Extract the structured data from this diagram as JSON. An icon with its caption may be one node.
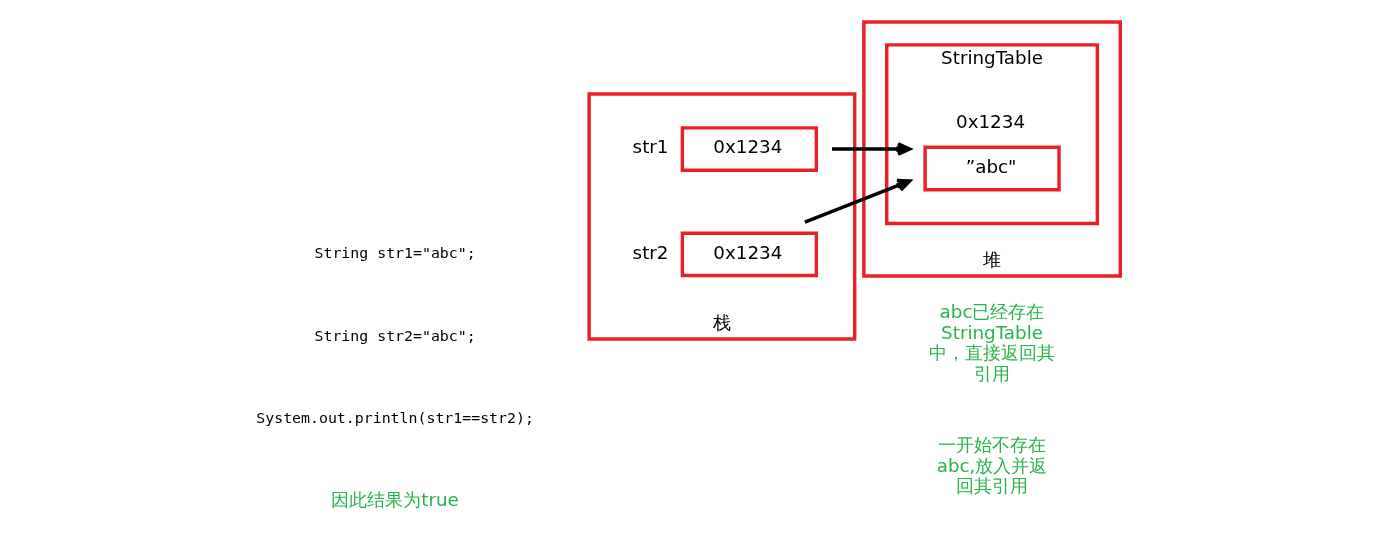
{
  "diagram": {
    "nodes": [
      {
        "text": [
          "栈"
        ]
      },
      {
        "text": [
          "0x1234"
        ],
        "in": 0,
        "beside": [
          "str2"
        ]
      },
      {
        "text": [
          "0x1234"
        ],
        "in": 0,
        "beside": [
          "str1"
        ]
      },
      {
        "text": [
          "堆"
        ]
      },
      {
        "text": [
          "StringTable"
        ],
        "in": 3
      },
      {
        "text": [
          "”abc\""
        ],
        "in": 4,
        "beside": [
          "0x1234"
        ]
      }
    ],
    "edges": [
      {
        "from": 1,
        "to": 5,
        "arrow": "to"
      },
      {
        "from": 2,
        "to": 5,
        "arrow": "to"
      }
    ],
    "labels": [
      "String str1=\"abc\";",
      "String str2=\"abc\";",
      "System.out.println(str1==str2);",
      "因此结果为true",
      "abc已经存在StringTable中，直接返回其引用",
      "一开始不存在abc,放入并返回其引用"
    ]
  }
}
